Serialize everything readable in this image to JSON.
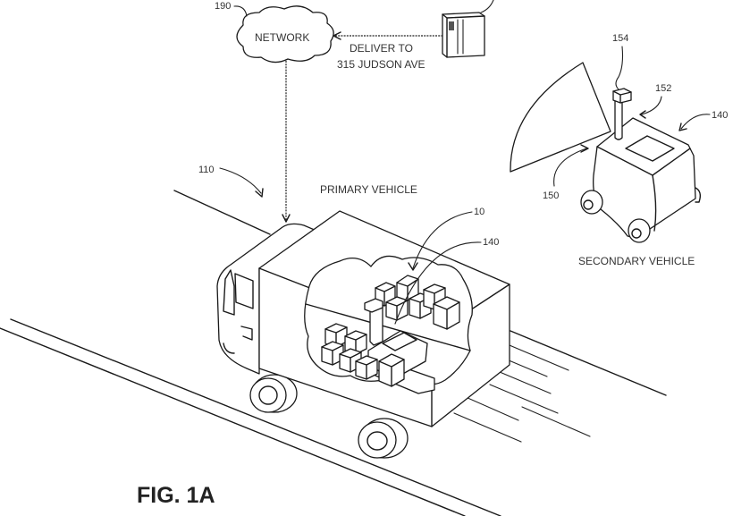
{
  "figure": {
    "title": "FIG. 1A",
    "network": {
      "label": "NETWORK",
      "ref": "190"
    },
    "server": {
      "ref": ""
    },
    "message": {
      "line1": "DELIVER TO",
      "line2": "315 JUDSON AVE"
    },
    "primary_vehicle": {
      "label": "PRIMARY VEHICLE",
      "ref": "110"
    },
    "cargo": {
      "ref_packages": "10",
      "ref_robot": "140"
    },
    "secondary_vehicle": {
      "label": "SECONDARY VEHICLE",
      "ref_vehicle": "140",
      "ref_sensor_field": "150",
      "ref_mast": "152",
      "ref_sensor": "154"
    }
  }
}
